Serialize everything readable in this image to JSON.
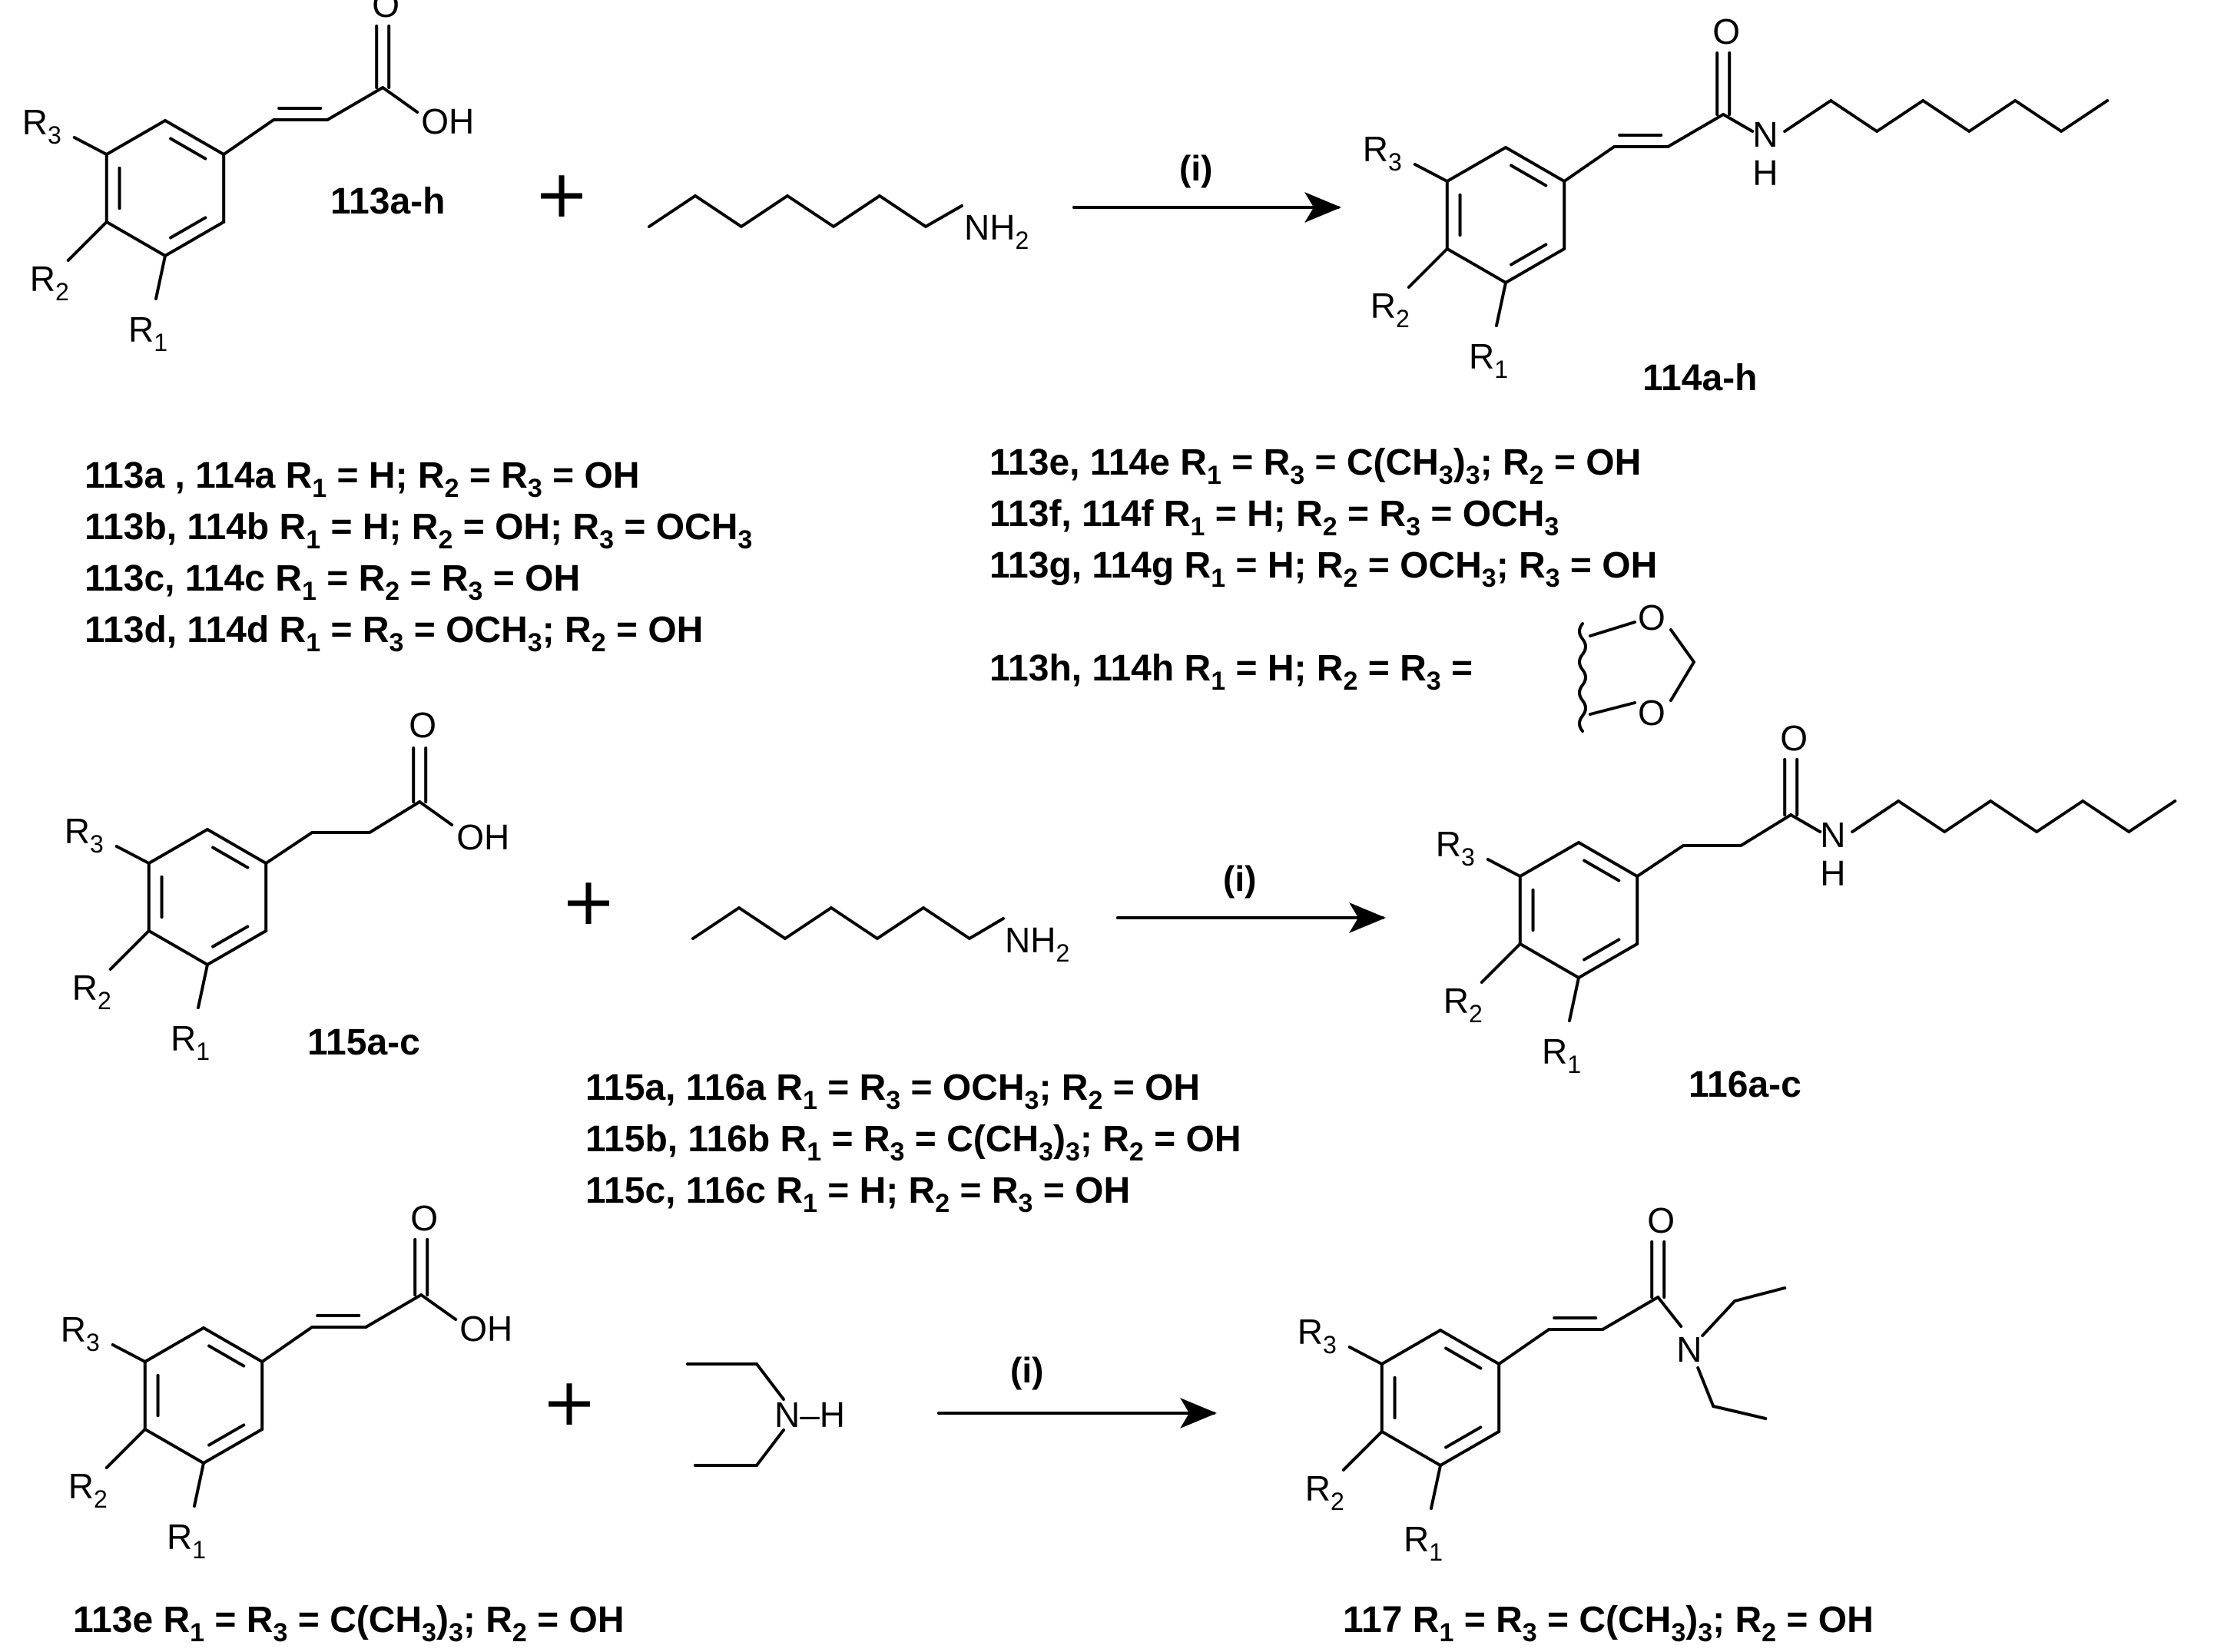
{
  "atoms": {
    "O": "O",
    "OH": "OH",
    "N": "N",
    "H": "H",
    "NH": "N–H",
    "NH2_main": "NH",
    "NH2_sub": "2",
    "R": "R",
    "s1": "1",
    "s2": "2",
    "s3": "3"
  },
  "reagent": "(i)",
  "plus": "+",
  "compounds": {
    "c113": "113a-h",
    "c114": "114a-h",
    "c115": "115a-c",
    "c116": "116a-c"
  },
  "substituents": {
    "s113a": [
      [
        "113a , 114a  R",
        ""
      ],
      [
        "1",
        "sub"
      ],
      [
        " = H; R",
        ""
      ],
      [
        "2",
        "sub"
      ],
      [
        " = R",
        ""
      ],
      [
        "3",
        "sub"
      ],
      [
        " = OH",
        ""
      ]
    ],
    "s113b": [
      [
        "113b, 114b  R",
        ""
      ],
      [
        "1",
        "sub"
      ],
      [
        " = H; R",
        ""
      ],
      [
        "2",
        "sub"
      ],
      [
        " = OH; R",
        ""
      ],
      [
        "3",
        "sub"
      ],
      [
        " = OCH",
        ""
      ],
      [
        "3",
        "sub"
      ]
    ],
    "s113c": [
      [
        "113c, 114c  R",
        ""
      ],
      [
        "1",
        "sub"
      ],
      [
        " = R",
        ""
      ],
      [
        "2",
        "sub"
      ],
      [
        " = R",
        ""
      ],
      [
        "3",
        "sub"
      ],
      [
        " = OH",
        ""
      ]
    ],
    "s113d": [
      [
        "113d, 114d  R",
        ""
      ],
      [
        "1",
        "sub"
      ],
      [
        " = R",
        ""
      ],
      [
        "3",
        "sub"
      ],
      [
        " = OCH",
        ""
      ],
      [
        "3",
        "sub"
      ],
      [
        "; R",
        ""
      ],
      [
        "2",
        "sub"
      ],
      [
        " = OH",
        ""
      ]
    ],
    "s113e": [
      [
        "113e, 114e  R",
        ""
      ],
      [
        "1",
        "sub"
      ],
      [
        " = R",
        ""
      ],
      [
        "3",
        "sub"
      ],
      [
        " = C(CH",
        ""
      ],
      [
        "3",
        "sub"
      ],
      [
        ")",
        ""
      ],
      [
        "3",
        "sub"
      ],
      [
        "; R",
        ""
      ],
      [
        "2",
        "sub"
      ],
      [
        " = OH",
        ""
      ]
    ],
    "s113f": [
      [
        "113f, 114f  R",
        ""
      ],
      [
        "1",
        "sub"
      ],
      [
        " = H; R",
        ""
      ],
      [
        "2",
        "sub"
      ],
      [
        " = R",
        ""
      ],
      [
        "3",
        "sub"
      ],
      [
        " = OCH",
        ""
      ],
      [
        "3",
        "sub"
      ]
    ],
    "s113g": [
      [
        "113g, 114g  R",
        ""
      ],
      [
        "1",
        "sub"
      ],
      [
        " = H; R",
        ""
      ],
      [
        "2",
        "sub"
      ],
      [
        " = OCH",
        ""
      ],
      [
        "3",
        "sub"
      ],
      [
        "; R",
        ""
      ],
      [
        "3",
        "sub"
      ],
      [
        " = OH",
        ""
      ]
    ],
    "s113h": [
      [
        "113h, 114h  R",
        ""
      ],
      [
        "1",
        "sub"
      ],
      [
        " = H; R",
        ""
      ],
      [
        "2",
        "sub"
      ],
      [
        " = R",
        ""
      ],
      [
        "3",
        "sub"
      ],
      [
        " =",
        ""
      ]
    ],
    "s115a": [
      [
        "115a, 116a  R",
        ""
      ],
      [
        "1",
        "sub"
      ],
      [
        " = R",
        ""
      ],
      [
        "3",
        "sub"
      ],
      [
        " = OCH",
        ""
      ],
      [
        "3",
        "sub"
      ],
      [
        "; R",
        ""
      ],
      [
        "2",
        "sub"
      ],
      [
        " = OH",
        ""
      ]
    ],
    "s115b": [
      [
        "115b, 116b  R",
        ""
      ],
      [
        "1",
        "sub"
      ],
      [
        " = R",
        ""
      ],
      [
        "3",
        "sub"
      ],
      [
        " = C(CH",
        ""
      ],
      [
        "3",
        "sub"
      ],
      [
        ")",
        ""
      ],
      [
        "3",
        "sub"
      ],
      [
        "; R",
        ""
      ],
      [
        "2",
        "sub"
      ],
      [
        " = OH",
        ""
      ]
    ],
    "s115c": [
      [
        "115c, 116c  R",
        ""
      ],
      [
        "1",
        "sub"
      ],
      [
        " = H; R",
        ""
      ],
      [
        "2",
        "sub"
      ],
      [
        " = R",
        ""
      ],
      [
        "3",
        "sub"
      ],
      [
        " = OH",
        ""
      ]
    ],
    "s113e_bottom": [
      [
        "113e  R",
        ""
      ],
      [
        "1",
        "sub"
      ],
      [
        " = R",
        ""
      ],
      [
        "3",
        "sub"
      ],
      [
        " = C(CH",
        ""
      ],
      [
        "3",
        "sub"
      ],
      [
        ")",
        ""
      ],
      [
        "3",
        "sub"
      ],
      [
        "; R",
        ""
      ],
      [
        "2",
        "sub"
      ],
      [
        " = OH",
        ""
      ]
    ],
    "s117": [
      [
        "117  R",
        ""
      ],
      [
        "1",
        "sub"
      ],
      [
        " = R",
        ""
      ],
      [
        "3",
        "sub"
      ],
      [
        " = C(CH",
        ""
      ],
      [
        "3",
        "sub"
      ],
      [
        ")",
        ""
      ],
      [
        "3",
        "sub"
      ],
      [
        "; R",
        ""
      ],
      [
        "2",
        "sub"
      ],
      [
        " = OH",
        ""
      ]
    ]
  }
}
